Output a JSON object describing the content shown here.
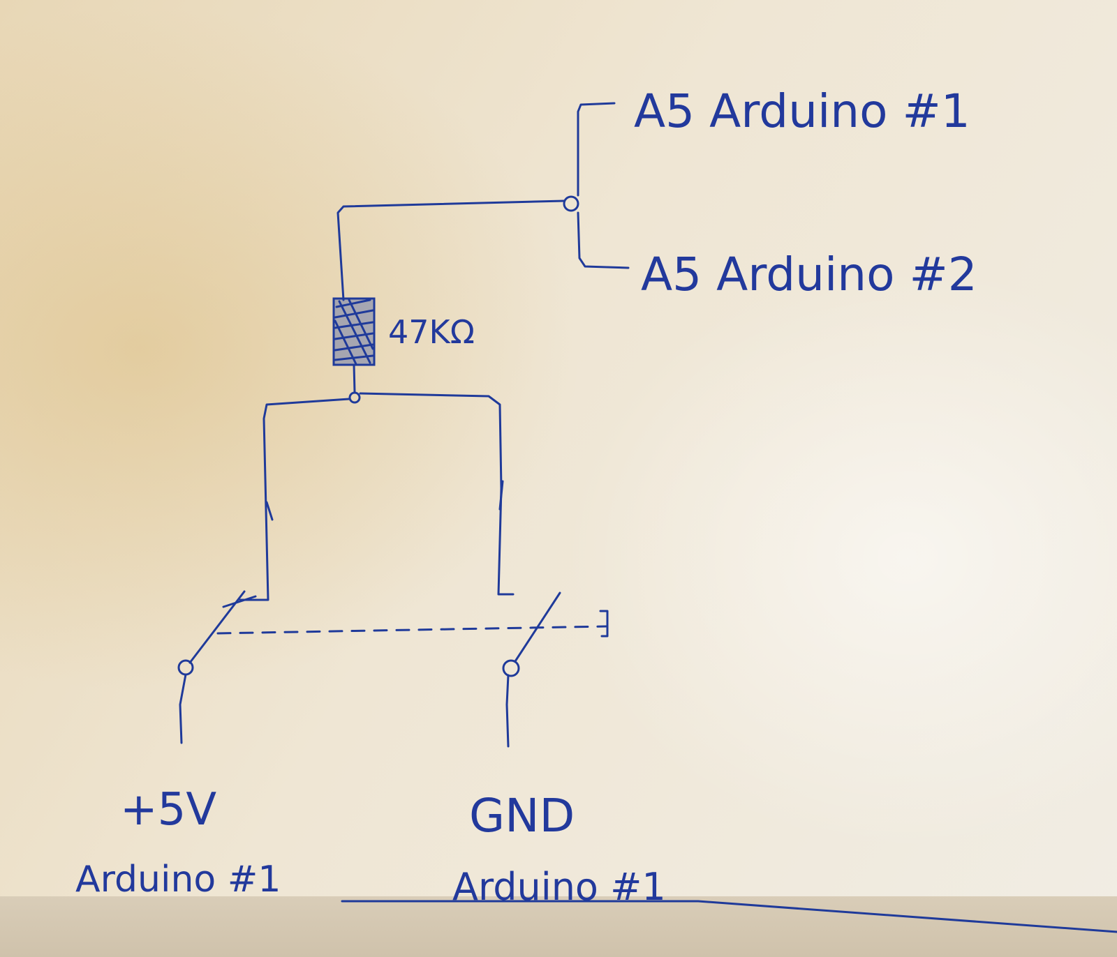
{
  "labels": {
    "top_right_upper": "A5 Arduino #1",
    "top_right_lower": "A5 Arduino #2",
    "resistor_value": "47KΩ",
    "left_bottom_signal": "+5V",
    "left_bottom_board": "Arduino #1",
    "right_bottom_signal": "GND",
    "right_bottom_board": "Arduino #1"
  },
  "colors": {
    "ink": "#1f3a9a",
    "paper": "#efe7d6"
  }
}
